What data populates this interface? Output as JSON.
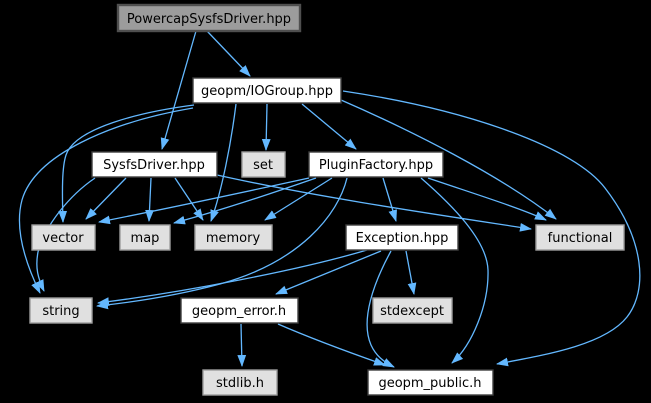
{
  "graph": {
    "type": "include-dependency-graph",
    "root": "PowercapSysfsDriver.hpp",
    "colors": {
      "background": "#000000",
      "edge": "#63b8ff",
      "main_node_fill": "#9c9c9c",
      "main_node_border": "#4f4f4f",
      "linked_node_fill": "#ffffff",
      "linked_node_border": "#3f3f3f",
      "system_node_fill": "#e0e0e0",
      "system_node_border": "#9d9d9d",
      "text": "#000000"
    },
    "nodes": [
      {
        "label": "PowercapSysfsDriver.hpp",
        "type": "main"
      },
      {
        "label": "geopm/IOGroup.hpp",
        "type": "linked"
      },
      {
        "label": "SysfsDriver.hpp",
        "type": "linked"
      },
      {
        "label": "set",
        "type": "system"
      },
      {
        "label": "PluginFactory.hpp",
        "type": "linked"
      },
      {
        "label": "vector",
        "type": "system"
      },
      {
        "label": "map",
        "type": "system"
      },
      {
        "label": "memory",
        "type": "system"
      },
      {
        "label": "Exception.hpp",
        "type": "linked"
      },
      {
        "label": "functional",
        "type": "system"
      },
      {
        "label": "string",
        "type": "system"
      },
      {
        "label": "geopm_error.h",
        "type": "linked"
      },
      {
        "label": "stdexcept",
        "type": "system"
      },
      {
        "label": "stdlib.h",
        "type": "system"
      },
      {
        "label": "geopm_public.h",
        "type": "linked"
      }
    ],
    "edges": [
      {
        "from": "PowercapSysfsDriver.hpp",
        "to": "geopm/IOGroup.hpp"
      },
      {
        "from": "PowercapSysfsDriver.hpp",
        "to": "SysfsDriver.hpp"
      },
      {
        "from": "geopm/IOGroup.hpp",
        "to": "set"
      },
      {
        "from": "geopm/IOGroup.hpp",
        "to": "PluginFactory.hpp"
      },
      {
        "from": "geopm/IOGroup.hpp",
        "to": "memory"
      },
      {
        "from": "geopm/IOGroup.hpp",
        "to": "vector"
      },
      {
        "from": "geopm/IOGroup.hpp",
        "to": "string"
      },
      {
        "from": "geopm/IOGroup.hpp",
        "to": "functional"
      },
      {
        "from": "geopm/IOGroup.hpp",
        "to": "geopm_public.h"
      },
      {
        "from": "SysfsDriver.hpp",
        "to": "vector"
      },
      {
        "from": "SysfsDriver.hpp",
        "to": "map"
      },
      {
        "from": "SysfsDriver.hpp",
        "to": "memory"
      },
      {
        "from": "SysfsDriver.hpp",
        "to": "string"
      },
      {
        "from": "SysfsDriver.hpp",
        "to": "functional"
      },
      {
        "from": "PluginFactory.hpp",
        "to": "vector"
      },
      {
        "from": "PluginFactory.hpp",
        "to": "map"
      },
      {
        "from": "PluginFactory.hpp",
        "to": "memory"
      },
      {
        "from": "PluginFactory.hpp",
        "to": "string"
      },
      {
        "from": "PluginFactory.hpp",
        "to": "functional"
      },
      {
        "from": "PluginFactory.hpp",
        "to": "Exception.hpp"
      },
      {
        "from": "PluginFactory.hpp",
        "to": "geopm_public.h"
      },
      {
        "from": "Exception.hpp",
        "to": "string"
      },
      {
        "from": "Exception.hpp",
        "to": "geopm_error.h"
      },
      {
        "from": "Exception.hpp",
        "to": "stdexcept"
      },
      {
        "from": "Exception.hpp",
        "to": "geopm_public.h"
      },
      {
        "from": "geopm_error.h",
        "to": "stdlib.h"
      },
      {
        "from": "geopm_error.h",
        "to": "geopm_public.h"
      }
    ]
  }
}
